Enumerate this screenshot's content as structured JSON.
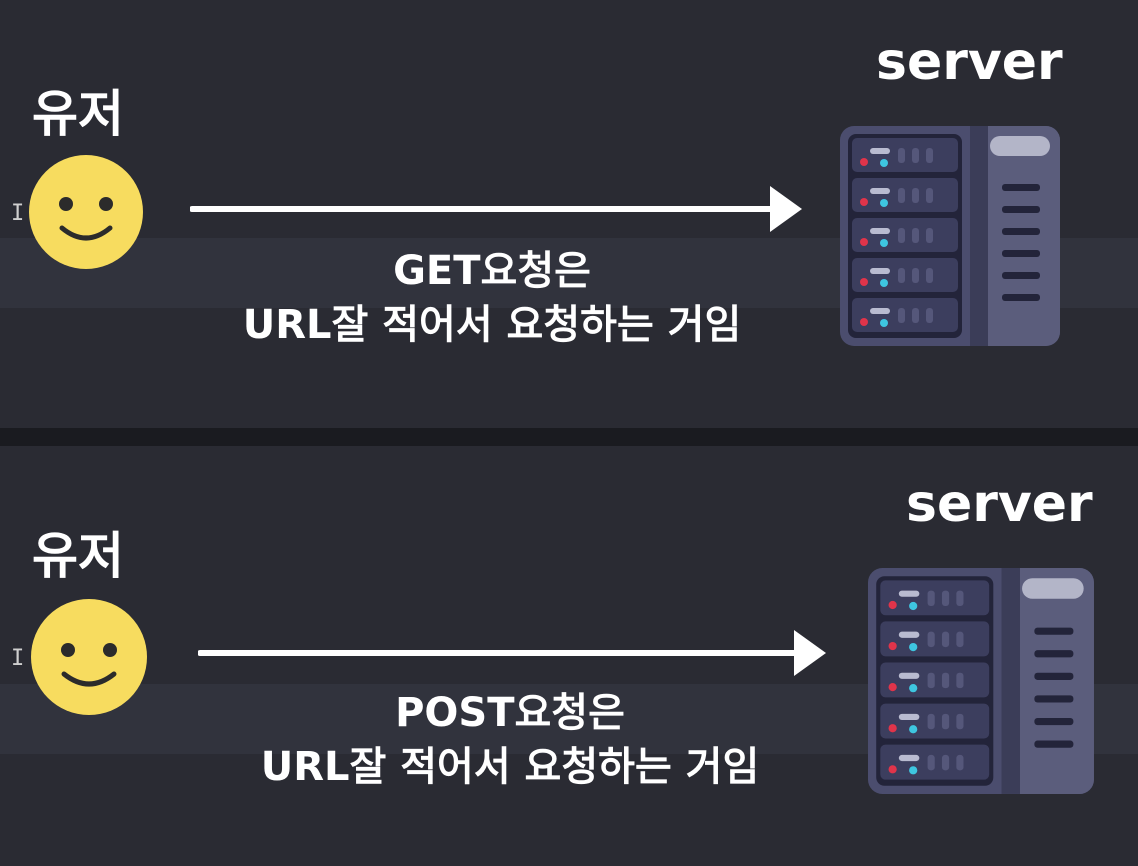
{
  "panels": [
    {
      "user_label": "유저",
      "server_label": "server",
      "caption_line1": "GET요청은",
      "caption_line2": "URL잘 적어서 요청하는 거임"
    },
    {
      "user_label": "유저",
      "server_label": "server",
      "caption_line1": "POST요청은",
      "caption_line2": "URL잘 적어서 요청하는 거임"
    }
  ],
  "icons": {
    "user": "smiley-face-icon",
    "arrow": "right-arrow-icon",
    "server": "server-rack-icon",
    "cursor": "text-cursor-icon"
  },
  "colors": {
    "background": "#2a2b33",
    "face": "#f7dc5f",
    "server_body": "#4b4d6e",
    "server_dark": "#23243a",
    "indicator_red": "#e0344a",
    "indicator_cyan": "#3ec6e0",
    "text": "#ffffff"
  }
}
